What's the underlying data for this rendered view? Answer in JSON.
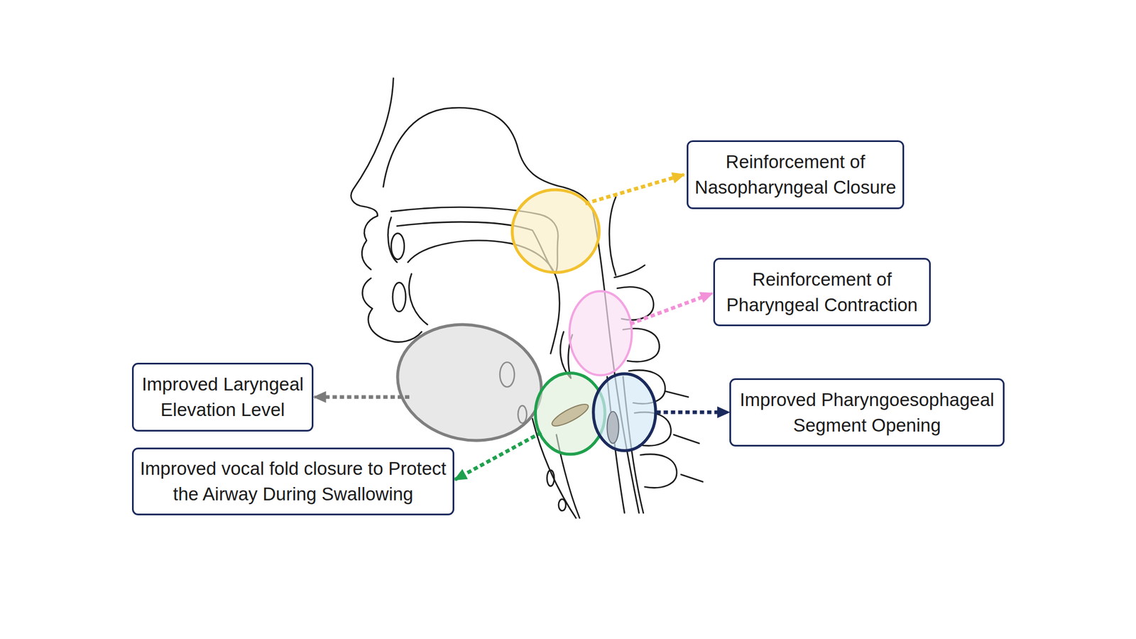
{
  "diagram": {
    "nodes": [
      {
        "text": [
          "Reinforcement of Nasopharyngeal Closure"
        ]
      },
      {
        "text": [
          "Reinforcement of Pharyngeal Contraction"
        ]
      },
      {
        "text": [
          "Improved Laryngeal Elevation Level"
        ]
      },
      {
        "text": [
          "Improved Pharyngoesophageal Segment Opening"
        ]
      },
      {
        "text": [
          "Improved vocal fold closure to Protect the Airway During Swallowing"
        ]
      }
    ]
  }
}
